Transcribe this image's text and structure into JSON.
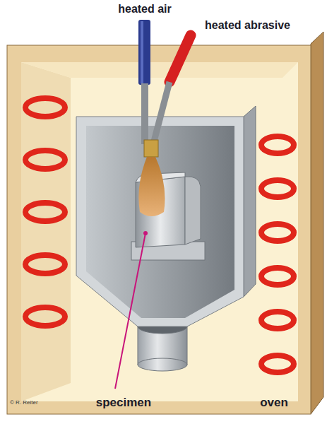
{
  "diagram": {
    "labels": [
      "heated air",
      "heated abrasive",
      "© R. Reiter",
      "specimen",
      "oven"
    ]
  }
}
